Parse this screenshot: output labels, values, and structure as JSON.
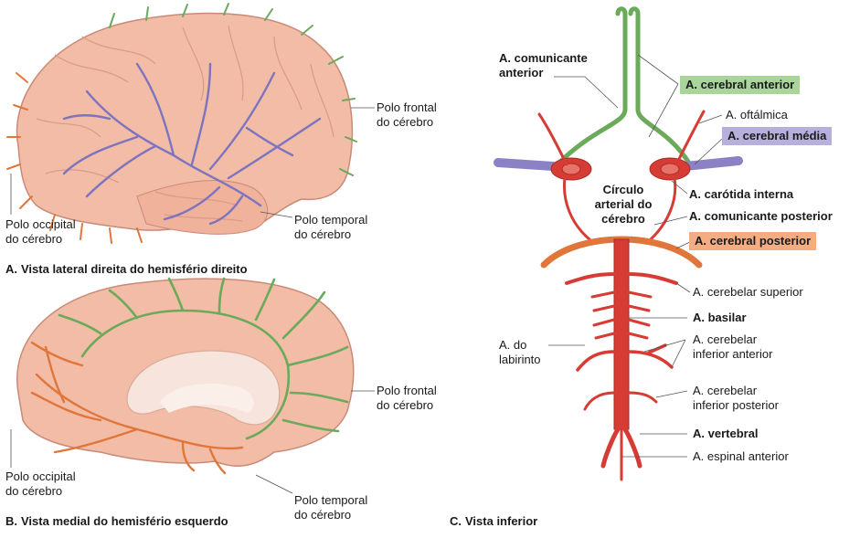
{
  "panel_a": {
    "caption_letter": "A.",
    "caption": "Vista lateral direita do hemisfério direito",
    "frontal_pole": [
      "Polo frontal",
      "do cérebro"
    ],
    "occipital_pole": [
      "Polo occipital",
      "do cérebro"
    ],
    "temporal_pole": [
      "Polo temporal",
      "do cérebro"
    ]
  },
  "panel_b": {
    "caption_letter": "B.",
    "caption": "Vista medial do hemisfério esquerdo",
    "frontal_pole": [
      "Polo frontal",
      "do cérebro"
    ],
    "occipital_pole": [
      "Polo occipital",
      "do cérebro"
    ],
    "temporal_pole": [
      "Polo temporal",
      "do cérebro"
    ]
  },
  "panel_c": {
    "caption_letter": "C.",
    "caption": "Vista inferior",
    "labels": {
      "anterior_communicating": [
        "A. comunicante",
        "anterior"
      ],
      "anterior_cerebral": "A. cerebral anterior",
      "ophthalmic": "A. oftálmica",
      "middle_cerebral": "A. cerebral média",
      "circle": [
        "Círculo",
        "arterial do",
        "cérebro"
      ],
      "internal_carotid": "A. carótida interna",
      "posterior_communicating": "A. comunicante posterior",
      "posterior_cerebral": "A. cerebral posterior",
      "superior_cerebellar": "A. cerebelar superior",
      "basilar": "A. basilar",
      "labyrinthine": [
        "A. do",
        "labirinto"
      ],
      "aica": [
        "A. cerebelar",
        "inferior anterior"
      ],
      "pica": [
        "A. cerebelar",
        "inferior posterior"
      ],
      "vertebral": "A. vertebral",
      "anterior_spinal": "A. espinal anterior"
    }
  },
  "colors": {
    "anterior_cerebral": "#6aaa5a",
    "middle_cerebral": "#8a82c4",
    "posterior_cerebral": "#e0763a",
    "artery_red": "#d63c34",
    "brain_skin": "#f2bca6",
    "box_green": "#a9d49a",
    "box_purple": "#b7b0dc",
    "box_orange": "#f4ad83"
  }
}
